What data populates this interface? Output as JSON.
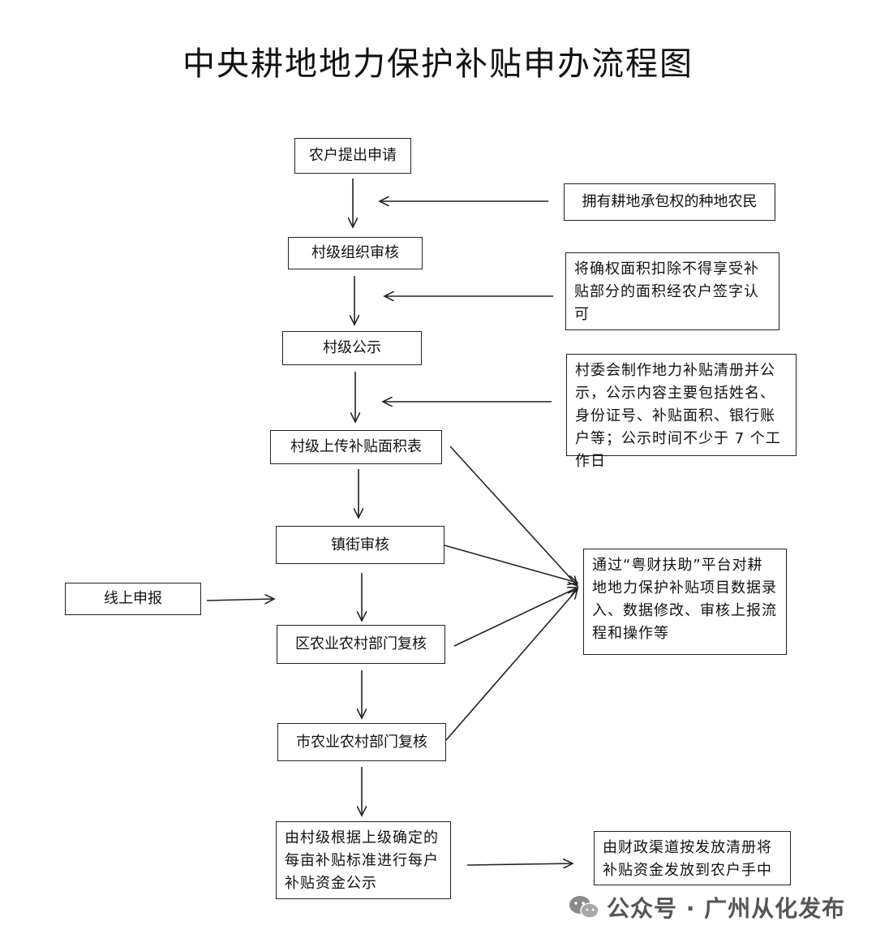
{
  "title": "中央耕地地力保护补贴申办流程图",
  "steps": [
    "农户提出申请",
    "村级组织审核",
    "村级公示",
    "村级上传补贴面积表",
    "镇街审核",
    "区农业农村部门复核",
    "市农业农村部门复核",
    "由村级根据上级确定的每亩补贴标准进行每户补贴资金公示"
  ],
  "notes": {
    "eligible": "拥有耕地承包权的种地农民",
    "area": "将确权面积扣除不得享受补贴部分的面积经农户签字认可",
    "publicity": "村委会制作地力补贴清册并公示，公示内容主要包括姓名、身份证号、补贴面积、银行账户等；公示时间不少于 7 个工作日",
    "platform": "通过“粤财扶助”平台对耕地地力保护补贴项目数据录入、数据修改、审核上报流程和操作等",
    "online": "线上申报",
    "payment": "由财政渠道按发放清册将补贴资金发放到农户手中"
  },
  "watermark": {
    "text": "公众号 · 广州从化发布",
    "icon": "wechat-icon"
  }
}
